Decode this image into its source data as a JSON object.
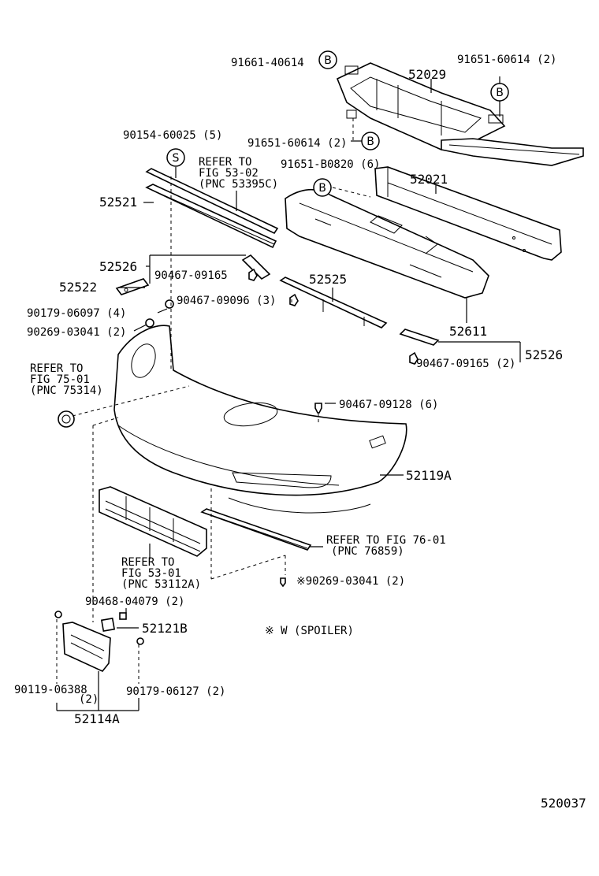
{
  "labels": {
    "p91661_40614": "91661-40614",
    "p91651_60614_2_top": "91651-60614 (2)",
    "p52029": "52029",
    "p90154_60025": "90154-60025 (5)",
    "p91651_60614_2_mid": "91651-60614 (2)",
    "refer_53_02_a": "REFER TO",
    "refer_53_02_b": "FIG 53-02",
    "refer_53_02_c": "(PNC 53395C)",
    "p91651_b0820": "91651-B0820 (6)",
    "p52021": "52021",
    "p52521": "52521",
    "p52526_top": "52526",
    "p90467_09165": "90467-09165",
    "p52522": "52522",
    "p52525": "52525",
    "p90179_06097": "90179-06097 (4)",
    "p90467_09096": "90467-09096 (3)",
    "p90269_03041_2": "90269-03041 (2)",
    "p52611": "52611",
    "p52526_right": "52526",
    "p90467_09165_2": "90467-09165 (2)",
    "refer_75_01_a": "REFER TO",
    "refer_75_01_b": "FIG 75-01",
    "refer_75_01_c": "(PNC 75314)",
    "p90467_09128": "90467-09128 (6)",
    "p52119a": "52119A",
    "refer_76_01_a": "REFER TO FIG 76-01",
    "refer_76_01_b": "(PNC 76859)",
    "refer_53_01_a": "REFER TO",
    "refer_53_01_b": "FIG 53-01",
    "refer_53_01_c": "(PNC 53112A)",
    "p90269_03041_star": "※90269-03041 (2)",
    "p90468_04079": "90468-04079 (2)",
    "p52121b": "52121B",
    "note_spoiler": "※ W (SPOILER)",
    "p90119_06388": "90119-06388",
    "p90119_06388_qty": "(2)",
    "p90179_06127": "90179-06127 (2)",
    "p52114a": "52114A",
    "diagram_id": "520037"
  },
  "badges": {
    "b": "B",
    "s": "S"
  }
}
